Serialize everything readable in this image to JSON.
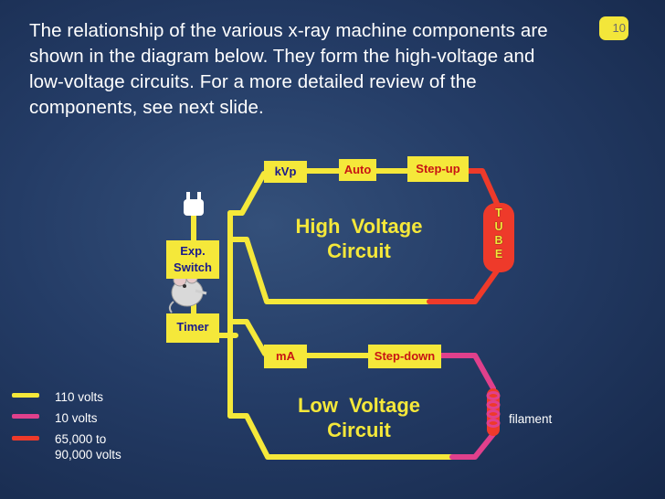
{
  "slide": {
    "intro_lines": [
      "The relationship of the various x-ray machine components are",
      "shown in the diagram below. They form the high-voltage and",
      "low-voltage circuits. For a more detailed review of the",
      "components, see next slide."
    ],
    "slide_number": "10"
  },
  "diagram": {
    "boxes": {
      "kvp": "kVp",
      "auto": "Auto",
      "step_up": "Step-up",
      "exp_switch_line1": "Exp.",
      "exp_switch_line2": "Switch",
      "timer": "Timer",
      "ma": "mA",
      "step_down": "Step-down",
      "tube_letters": [
        "T",
        "U",
        "B",
        "E"
      ]
    },
    "high_voltage": {
      "line1": "High  Voltage",
      "line2": "Circuit"
    },
    "low_voltage": {
      "line1": "Low  Voltage",
      "line2": "Circuit"
    },
    "filament_label": "filament"
  },
  "legend": [
    {
      "label_lines": [
        "110 volts"
      ],
      "color": "#f5e83a"
    },
    {
      "label_lines": [
        "10 volts"
      ],
      "color": "#e0408c"
    },
    {
      "label_lines": [
        "65,000 to",
        "90,000 volts"
      ],
      "color": "#ee3a2a"
    }
  ],
  "colors": {
    "yellow": "#f5e83a",
    "magenta": "#e0408c",
    "red": "#ee3a2a",
    "box_text": "#1a1a8c"
  }
}
